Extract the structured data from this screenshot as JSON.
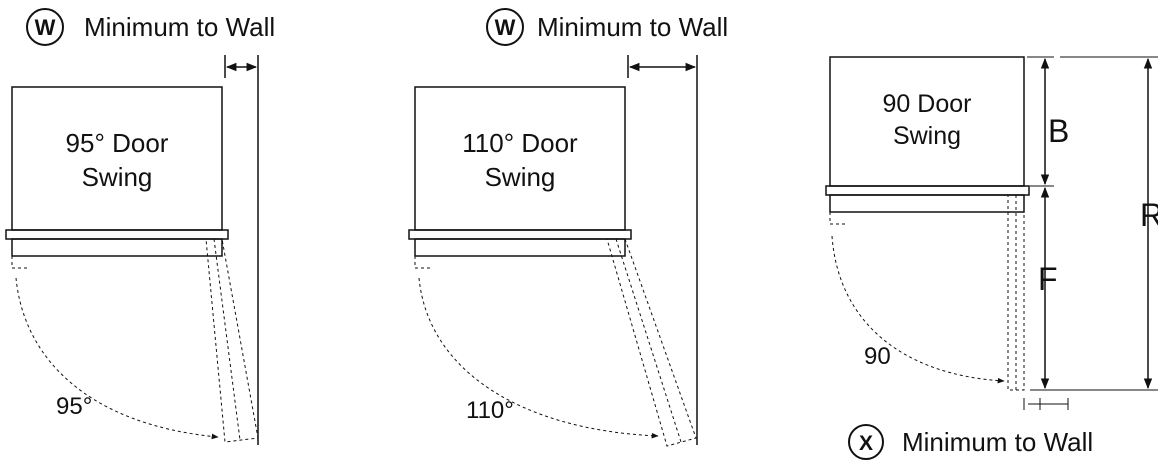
{
  "panel_95": {
    "wall_badge": "W",
    "wall_label": "Minimum to Wall",
    "box_line1": "95° Door",
    "box_line2": "Swing",
    "angle_label": "95°"
  },
  "panel_110": {
    "wall_badge": "W",
    "wall_label": "Minimum to Wall",
    "box_line1": "110° Door",
    "box_line2": "Swing",
    "angle_label": "110°"
  },
  "panel_90": {
    "box_line1": "90 Door",
    "box_line2": "Swing",
    "angle_label": "90",
    "dim_b": "B",
    "dim_f": "F",
    "dim_r": "R",
    "wall_badge": "X",
    "wall_label": "Minimum to Wall"
  }
}
